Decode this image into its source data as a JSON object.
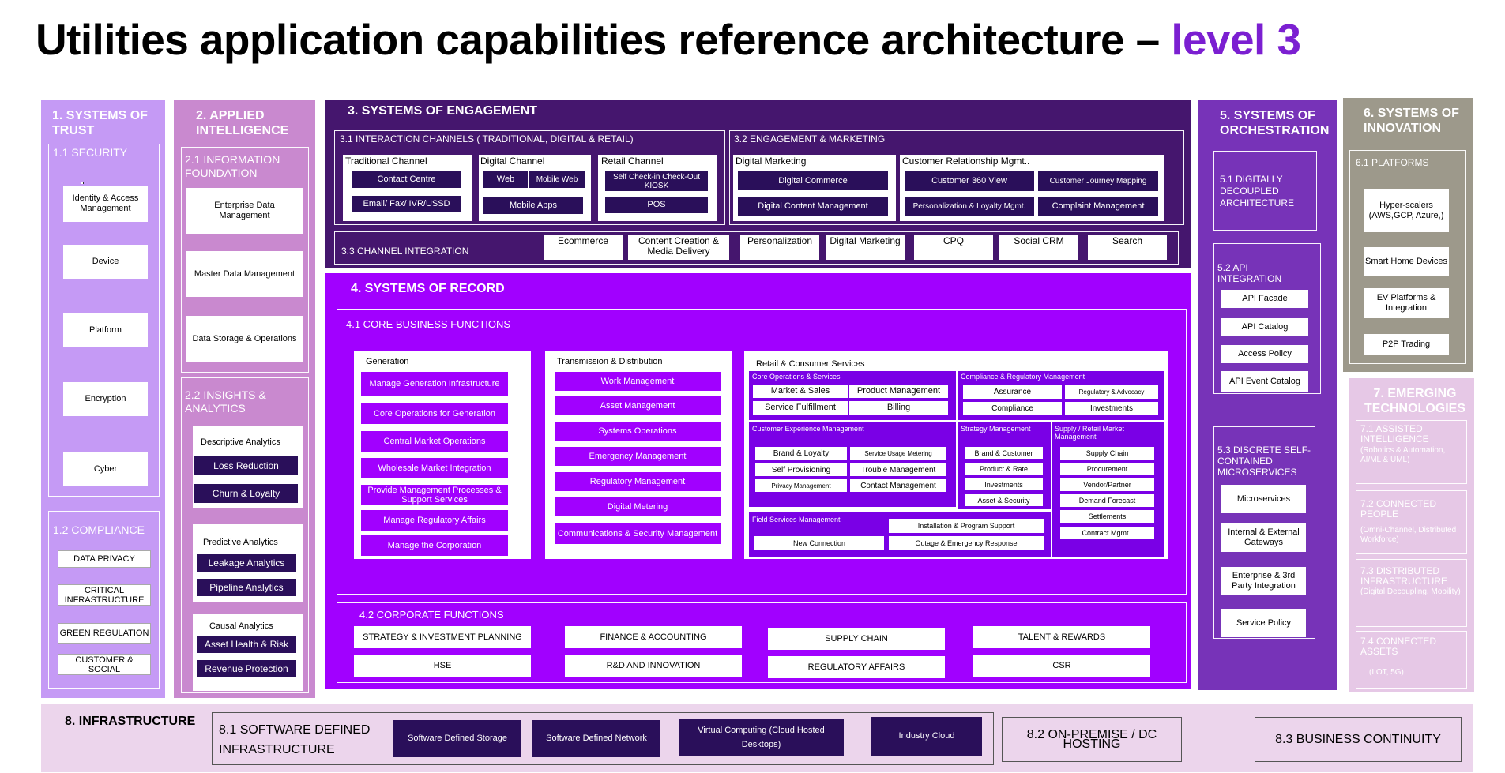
{
  "title": {
    "main": "Utilities application capabilities reference architecture – ",
    "highlight": "level 3"
  },
  "trust": {
    "heading": "1. SYSTEMS OF TRUST",
    "security": {
      "heading": "1.1 SECURITY",
      "items": [
        "Identity & Access Management",
        "Device",
        "Platform",
        "Encryption",
        "Cyber"
      ]
    },
    "compliance": {
      "heading": "1.2  COMPLIANCE",
      "items": [
        "DATA PRIVACY",
        "CRITICAL INFRASTRUCTURE",
        "GREEN REGULATION",
        "CUSTOMER & SOCIAL"
      ]
    }
  },
  "applied": {
    "heading": "2. APPLIED INTELLIGENCE",
    "foundation": {
      "heading": "2.1 INFORMATION FOUNDATION",
      "items": [
        "Enterprise Data Management",
        "Master Data Management",
        "Data Storage & Operations"
      ]
    },
    "insights": {
      "heading": "2.2 INSIGHTS & ANALYTICS",
      "descriptive": {
        "label": "Descriptive Analytics",
        "items": [
          "Loss Reduction",
          "Churn & Loyalty"
        ]
      },
      "predictive": {
        "label": "Predictive Analytics",
        "items": [
          "Leakage Analytics",
          "Pipeline Analytics"
        ]
      },
      "causal": {
        "label": "Causal Analytics",
        "items": [
          "Asset Health & Risk",
          "Revenue Protection"
        ]
      }
    }
  },
  "engagement": {
    "heading": "3. SYSTEMS OF ENGAGEMENT",
    "channels": {
      "heading": "3.1 INTERACTION CHANNELS ( TRADITIONAL, DIGITAL & RETAIL)",
      "traditional": {
        "label": "Traditional Channel",
        "items": [
          "Contact Centre",
          "Email/ Fax/ IVR/USSD"
        ]
      },
      "digital": {
        "label": "Digital  Channel",
        "web": "Web",
        "mobile_web": "Mobile Web",
        "mobile_apps": "Mobile Apps"
      },
      "retail": {
        "label": "Retail  Channel",
        "items": [
          "Self Check-in Check-Out KIOSK",
          "POS"
        ]
      }
    },
    "marketing": {
      "heading": "3.2 ENGAGEMENT & MARKETING",
      "digital_marketing": {
        "label": "Digital Marketing",
        "items": [
          "Digital Commerce",
          "Digital Content Management"
        ]
      },
      "crm": {
        "label": "Customer Relationship Mgmt..",
        "items": [
          "Customer 360 View",
          "Customer Journey Mapping",
          "Personalization & Loyalty Mgmt.",
          "Complaint Management"
        ]
      }
    },
    "integration": {
      "heading": "3.3 CHANNEL INTEGRATION",
      "items": [
        "Ecommerce",
        "Content Creation & Media Delivery",
        "Personalization",
        "Digital Marketing",
        "CPQ",
        "Social CRM",
        "Search"
      ]
    }
  },
  "record": {
    "heading": "4. SYSTEMS OF RECORD",
    "core": {
      "heading": "4.1  CORE  BUSINESS FUNCTIONS",
      "generation": {
        "label": "Generation",
        "items": [
          "Manage Generation Infrastructure",
          "Core Operations for Generation",
          "Central Market Operations",
          "Wholesale Market Integration",
          "Provide Management Processes & Support Services",
          "Manage Regulatory Affairs",
          "Manage the Corporation"
        ]
      },
      "transmission": {
        "label": "Transmission & Distribution",
        "items": [
          "Work Management",
          "Asset Management",
          "Systems Operations",
          "Emergency Management",
          "Regulatory Management",
          "Digital Metering",
          "Communications & Security Management"
        ]
      },
      "retail": {
        "label": "Retail & Consumer Services",
        "core_ops": {
          "label": "Core Operations & Services",
          "items": [
            "Market & Sales",
            "Product Management",
            "Service Fulfillment",
            "Billing"
          ]
        },
        "compliance": {
          "label": "Compliance & Regulatory Management",
          "items": [
            "Assurance",
            "Regulatory & Advocacy",
            "Compliance",
            "Investments"
          ]
        },
        "cx": {
          "label": "Customer Experience Management",
          "items": [
            "Brand & Loyalty",
            "Service Usage Metering",
            "Self Provisioning",
            "Trouble Management",
            "Privacy Management",
            "Contact Management"
          ]
        },
        "strategy": {
          "label": "Strategy Management",
          "items": [
            "Brand & Customer",
            "Product & Rate",
            "Investments",
            "Asset & Security"
          ]
        },
        "supply": {
          "label": "Supply / Retail Market Management",
          "items": [
            "Supply Chain",
            "Procurement",
            "Vendor/Partner",
            "Demand Forecast",
            "Settlements",
            "Contract Mgmt.."
          ]
        },
        "field": {
          "label": "Field Services Management",
          "items": [
            "Installation & Program Support",
            "New Connection",
            "Outage & Emergency Response"
          ]
        }
      }
    },
    "corporate": {
      "heading": "4.2 CORPORATE FUNCTIONS",
      "items": [
        "STRATEGY & INVESTMENT PLANNING",
        "HSE",
        "FINANCE & ACCOUNTING",
        "R&D AND INNOVATION",
        "SUPPLY CHAIN",
        "REGULATORY AFFAIRS",
        "TALENT & REWARDS",
        "CSR"
      ]
    }
  },
  "orchestration": {
    "heading": "5. SYSTEMS OF ORCHESTRATION",
    "decoupled": "5.1 DIGITALLY DECOUPLED ARCHITECTURE",
    "api": {
      "heading": "5.2 API INTEGRATION",
      "items": [
        "API Facade",
        "API Catalog",
        "Access Policy",
        "API Event Catalog"
      ]
    },
    "micro": {
      "heading": "5.3 DISCRETE SELF-CONTAINED MICROSERVICES",
      "items": [
        "Microservices",
        "Internal & External Gateways",
        "Enterprise  & 3rd Party Integration",
        "Service Policy"
      ]
    }
  },
  "innovation": {
    "heading": "6. SYSTEMS OF INNOVATION",
    "platforms": {
      "heading": "6.1 PLATFORMS",
      "items": [
        "Hyper-scalers (AWS,GCP, Azure,)",
        "Smart Home Devices",
        "EV Platforms & Integration",
        "P2P Trading"
      ]
    }
  },
  "emerging": {
    "heading": "7. EMERGING TECHNOLOGIES",
    "items": [
      {
        "title": "7.1 ASSISTED INTELLIGENCE",
        "desc": "(Robotics & Automation, AI/ML & UML)"
      },
      {
        "title": "7.2 CONNECTED PEOPLE",
        "desc": "(Omni-Channel, Distributed Workforce)"
      },
      {
        "title": "7.3 DISTRIBUTED INFRASTRUCTURE",
        "desc": "(Digital Decoupling, Mobility)"
      },
      {
        "title": "7.4 CONNECTED ASSETS",
        "desc": "(IIOT, 5G)"
      }
    ]
  },
  "infrastructure": {
    "heading": "8. INFRASTRUCTURE",
    "sdi": {
      "heading": "8.1 SOFTWARE DEFINED INFRASTRUCTURE",
      "items": [
        "Software Defined Storage",
        "Software Defined Network",
        "Virtual Computing (Cloud Hosted Desktops)",
        "Industry Cloud"
      ]
    },
    "onprem": "8.2 ON-PREMISE / DC HOSTING",
    "continuity": "8.3 BUSINESS CONTINUITY"
  },
  "colors": {
    "trust": "#c59af5",
    "applied": "#c989cf",
    "engagement": "#45166e",
    "record": "#a100ff",
    "orchestration": "#7733b8",
    "innovation": "#9d998b",
    "emerging": "#e6c8e6",
    "infrastructure": "#ecd5ec",
    "dark_box": "#2a0f5a"
  }
}
